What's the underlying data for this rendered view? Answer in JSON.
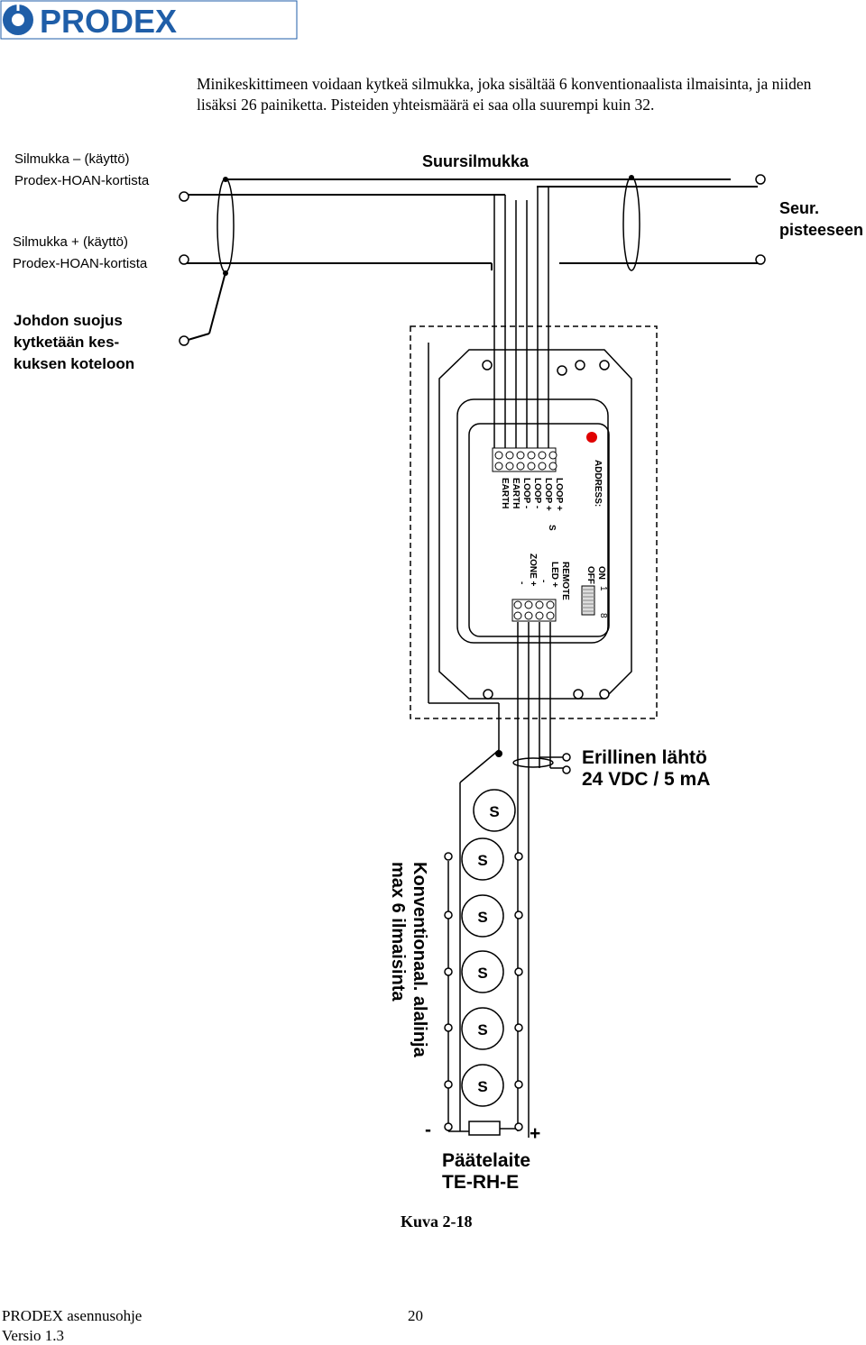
{
  "header": {
    "logo_text": "PRODEX"
  },
  "intro": {
    "text": "Minikeskittimeen voidaan kytkeä silmukka, joka sisältää 6 konventionaalista ilmaisinta, ja niiden lisäksi 26 painiketta. Pisteiden yhteismäärä ei saa olla suurempi kuin 32."
  },
  "diagram": {
    "loop_minus_label_1": "Silmukka – (käyttö)",
    "loop_minus_label_2": "Prodex-HOAN-kortista",
    "loop_plus_label_1": "Silmukka + (käyttö)",
    "loop_plus_label_2": "Prodex-HOAN-kortista",
    "main_loop": "Suursilmukka",
    "next_1": "Seur.",
    "next_2": "pisteeseen",
    "shield_1": "Johdon suojus",
    "shield_2": "kytketään kes-",
    "shield_3": "kuksen koteloon",
    "terminals_top": [
      "LOOP +",
      "LOOP +",
      "LOOP -",
      "LOOP -",
      "EARTH",
      "EARTH"
    ],
    "terminals_bottom": [
      "REMOTE",
      "LED +",
      "-",
      "ZONE +",
      "-"
    ],
    "s_mark": "S",
    "address": "ADDRESS:",
    "on": "ON",
    "off": "OFF",
    "dip_first": "1",
    "dip_last": "8",
    "output_1": "Erillinen lähtö",
    "output_2": "24 VDC / 5 mA",
    "detectors": [
      "S",
      "S",
      "S",
      "S",
      "S",
      "S"
    ],
    "branch_1": "Konventionaal. alalinja",
    "branch_2": "max 6 ilmaisinta",
    "minus": "-",
    "plus": "+",
    "terminator_1": "Päätelaite",
    "terminator_2": "TE-RH-E",
    "caption": "Kuva 2-18"
  },
  "footer": {
    "doc": "PRODEX asennusohje",
    "version": "Versio 1.3",
    "page": "20"
  },
  "colors": {
    "logo": "#1f5ea8",
    "led": "#e00000"
  }
}
